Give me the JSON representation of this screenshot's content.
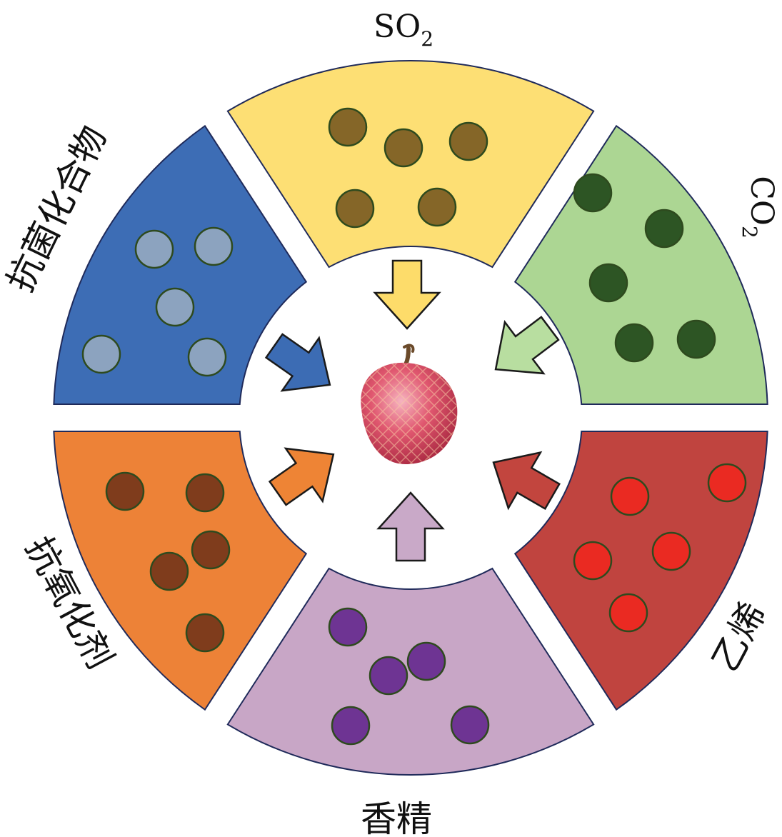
{
  "segments": [
    {
      "id": "so2",
      "label": "SO",
      "subscript": "2",
      "color": "#fddf74",
      "dot_color": "#856628",
      "arrow_color": "#fddc6a",
      "dot_count": 5
    },
    {
      "id": "co2",
      "label": "CO",
      "subscript": "2",
      "color": "#acd693",
      "dot_color": "#2d5524",
      "arrow_color": "#b8deA0",
      "dot_count": 5
    },
    {
      "id": "ethylene",
      "label": "乙烯",
      "subscript": "",
      "color": "#c0443f",
      "dot_color": "#ea2a22",
      "arrow_color": "#c2453e",
      "dot_count": 5
    },
    {
      "id": "flavor",
      "label": "香精",
      "subscript": "",
      "color": "#c8a6c6",
      "dot_color": "#6e3493",
      "arrow_color": "#c9a9c8",
      "dot_count": 5
    },
    {
      "id": "antioxidant",
      "label": "抗氧化剂",
      "subscript": "",
      "color": "#ed8237",
      "dot_color": "#7f3c1c",
      "arrow_color": "#ee8435",
      "dot_count": 5
    },
    {
      "id": "antibacterial",
      "label": "抗菌化合物",
      "subscript": "",
      "color": "#3d6db5",
      "dot_color": "#8ca3bf",
      "arrow_color": "#3c6cb4",
      "dot_count": 5
    }
  ],
  "center": {
    "icon": "lychee-fruit-icon",
    "color": "#e0576f"
  }
}
